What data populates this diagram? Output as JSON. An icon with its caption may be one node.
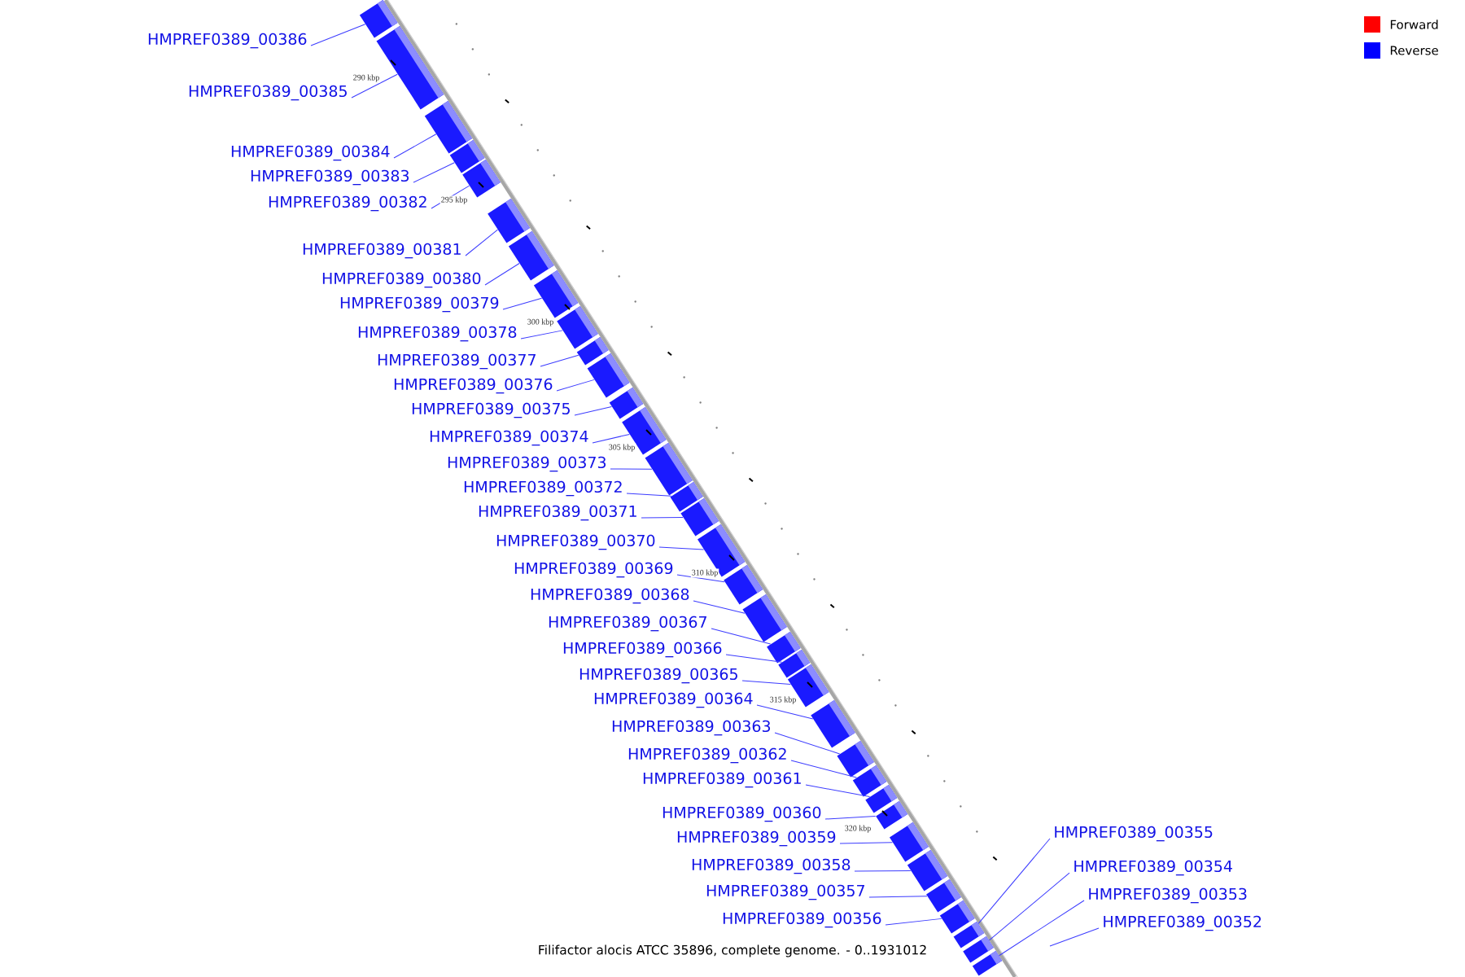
{
  "diagram": {
    "caption": "Filifactor alocis ATCC 35896, complete genome. - 0..1931012",
    "nodes": [
      {
        "text": [
          "HMPREF0389_00386"
        ]
      },
      {
        "text": [
          "HMPREF0389_00385"
        ]
      },
      {
        "text": [
          "HMPREF0389_00384"
        ]
      },
      {
        "text": [
          "HMPREF0389_00383"
        ]
      },
      {
        "text": [
          "HMPREF0389_00382"
        ]
      },
      {
        "text": [
          "HMPREF0389_00381"
        ]
      },
      {
        "text": [
          "HMPREF0389_00380"
        ]
      },
      {
        "text": [
          "HMPREF0389_00379"
        ]
      },
      {
        "text": [
          "HMPREF0389_00378"
        ]
      },
      {
        "text": [
          "HMPREF0389_00377"
        ]
      },
      {
        "text": [
          "HMPREF0389_00376"
        ]
      },
      {
        "text": [
          "HMPREF0389_00375"
        ]
      },
      {
        "text": [
          "HMPREF0389_00374"
        ]
      },
      {
        "text": [
          "HMPREF0389_00373"
        ]
      },
      {
        "text": [
          "HMPREF0389_00372"
        ]
      },
      {
        "text": [
          "HMPREF0389_00371"
        ]
      },
      {
        "text": [
          "HMPREF0389_00370"
        ]
      },
      {
        "text": [
          "HMPREF0389_00369"
        ]
      },
      {
        "text": [
          "HMPREF0389_00368"
        ]
      },
      {
        "text": [
          "HMPREF0389_00367"
        ]
      },
      {
        "text": [
          "HMPREF0389_00366"
        ]
      },
      {
        "text": [
          "HMPREF0389_00365"
        ]
      },
      {
        "text": [
          "HMPREF0389_00364"
        ]
      },
      {
        "text": [
          "HMPREF0389_00363"
        ]
      },
      {
        "text": [
          "HMPREF0389_00362"
        ]
      },
      {
        "text": [
          "HMPREF0389_00361"
        ]
      },
      {
        "text": [
          "HMPREF0389_00360"
        ]
      },
      {
        "text": [
          "HMPREF0389_00359"
        ]
      },
      {
        "text": [
          "HMPREF0389_00358"
        ]
      },
      {
        "text": [
          "HMPREF0389_00357"
        ]
      },
      {
        "text": [
          "HMPREF0389_00356"
        ]
      },
      {
        "text": [
          "HMPREF0389_00355"
        ]
      },
      {
        "text": [
          "HMPREF0389_00354"
        ]
      },
      {
        "text": [
          "HMPREF0389_00353"
        ]
      },
      {
        "text": [
          "HMPREF0389_00352"
        ]
      },
      {
        "text": [],
        "shape": "bar"
      },
      {
        "text": [],
        "shape": "bar"
      },
      {
        "text": [],
        "shape": "bar"
      },
      {
        "text": [],
        "shape": "bar"
      },
      {
        "text": [],
        "shape": "bar"
      },
      {
        "text": [],
        "shape": "bar"
      },
      {
        "text": [],
        "shape": "bar"
      },
      {
        "text": [],
        "shape": "bar"
      },
      {
        "text": [],
        "shape": "bar"
      },
      {
        "text": [],
        "shape": "bar"
      },
      {
        "text": [],
        "shape": "bar"
      },
      {
        "text": [],
        "shape": "bar"
      },
      {
        "text": [],
        "shape": "bar"
      },
      {
        "text": [],
        "shape": "bar"
      },
      {
        "text": [],
        "shape": "bar"
      },
      {
        "text": [],
        "shape": "bar"
      },
      {
        "text": [],
        "shape": "bar"
      },
      {
        "text": [],
        "shape": "bar"
      },
      {
        "text": [],
        "shape": "bar"
      },
      {
        "text": [],
        "shape": "bar"
      },
      {
        "text": [],
        "shape": "bar"
      },
      {
        "text": [],
        "shape": "bar"
      },
      {
        "text": [],
        "shape": "bar"
      },
      {
        "text": [],
        "shape": "bar"
      },
      {
        "text": [],
        "shape": "bar"
      },
      {
        "text": [],
        "shape": "bar"
      },
      {
        "text": [],
        "shape": "bar"
      },
      {
        "text": [],
        "shape": "bar"
      },
      {
        "text": [],
        "shape": "bar"
      },
      {
        "text": [],
        "shape": "bar"
      },
      {
        "text": [],
        "shape": "bar"
      },
      {
        "text": [],
        "shape": "bar"
      },
      {
        "text": [],
        "shape": "bar"
      },
      {
        "text": [],
        "shape": "bar"
      }
    ],
    "edges": [
      {
        "from": 0,
        "to": 35,
        "arrow": "none"
      },
      {
        "from": 1,
        "to": 36,
        "arrow": "none"
      },
      {
        "from": 2,
        "to": 37,
        "arrow": "none"
      },
      {
        "from": 3,
        "to": 38,
        "arrow": "none"
      },
      {
        "from": 4,
        "to": 39,
        "arrow": "none"
      },
      {
        "from": 5,
        "to": 40,
        "arrow": "none"
      },
      {
        "from": 6,
        "to": 41,
        "arrow": "none"
      },
      {
        "from": 7,
        "to": 42,
        "arrow": "none"
      },
      {
        "from": 8,
        "to": 43,
        "arrow": "none"
      },
      {
        "from": 9,
        "to": 44,
        "arrow": "none"
      },
      {
        "from": 10,
        "to": 45,
        "arrow": "none"
      },
      {
        "from": 11,
        "to": 46,
        "arrow": "none"
      },
      {
        "from": 12,
        "to": 47,
        "arrow": "none"
      },
      {
        "from": 13,
        "to": 48,
        "arrow": "none"
      },
      {
        "from": 14,
        "to": 49,
        "arrow": "none"
      },
      {
        "from": 15,
        "to": 50,
        "arrow": "none"
      },
      {
        "from": 16,
        "to": 51,
        "arrow": "none"
      },
      {
        "from": 17,
        "to": 52,
        "arrow": "none"
      },
      {
        "from": 18,
        "to": 53,
        "arrow": "none"
      },
      {
        "from": 19,
        "to": 54,
        "arrow": "none"
      },
      {
        "from": 20,
        "to": 55,
        "arrow": "none"
      },
      {
        "from": 21,
        "to": 56,
        "arrow": "none"
      },
      {
        "from": 22,
        "to": 57,
        "arrow": "none"
      },
      {
        "from": 23,
        "to": 58,
        "arrow": "none"
      },
      {
        "from": 24,
        "to": 59,
        "arrow": "none"
      },
      {
        "from": 25,
        "to": 60,
        "arrow": "none"
      },
      {
        "from": 26,
        "to": 61,
        "arrow": "none"
      },
      {
        "from": 27,
        "to": 62,
        "arrow": "none"
      },
      {
        "from": 28,
        "to": 63,
        "arrow": "none"
      },
      {
        "from": 29,
        "to": 64,
        "arrow": "none"
      },
      {
        "from": 30,
        "to": 65,
        "arrow": "none"
      },
      {
        "from": 31,
        "to": 66,
        "arrow": "none"
      },
      {
        "from": 32,
        "to": 67,
        "arrow": "none"
      },
      {
        "from": 33,
        "to": 68,
        "arrow": "none"
      },
      {
        "from": 34,
        "to": null,
        "arrow": "none"
      }
    ],
    "labels": [
      "290 kbp",
      "295 kbp",
      "300 kbp",
      "305 kbp",
      "310 kbp",
      "315 kbp",
      "320 kbp"
    ],
    "legend": [
      {
        "text": "Forward",
        "color": "#ff0000"
      },
      {
        "text": "Reverse",
        "color": "#0000ff"
      }
    ]
  }
}
